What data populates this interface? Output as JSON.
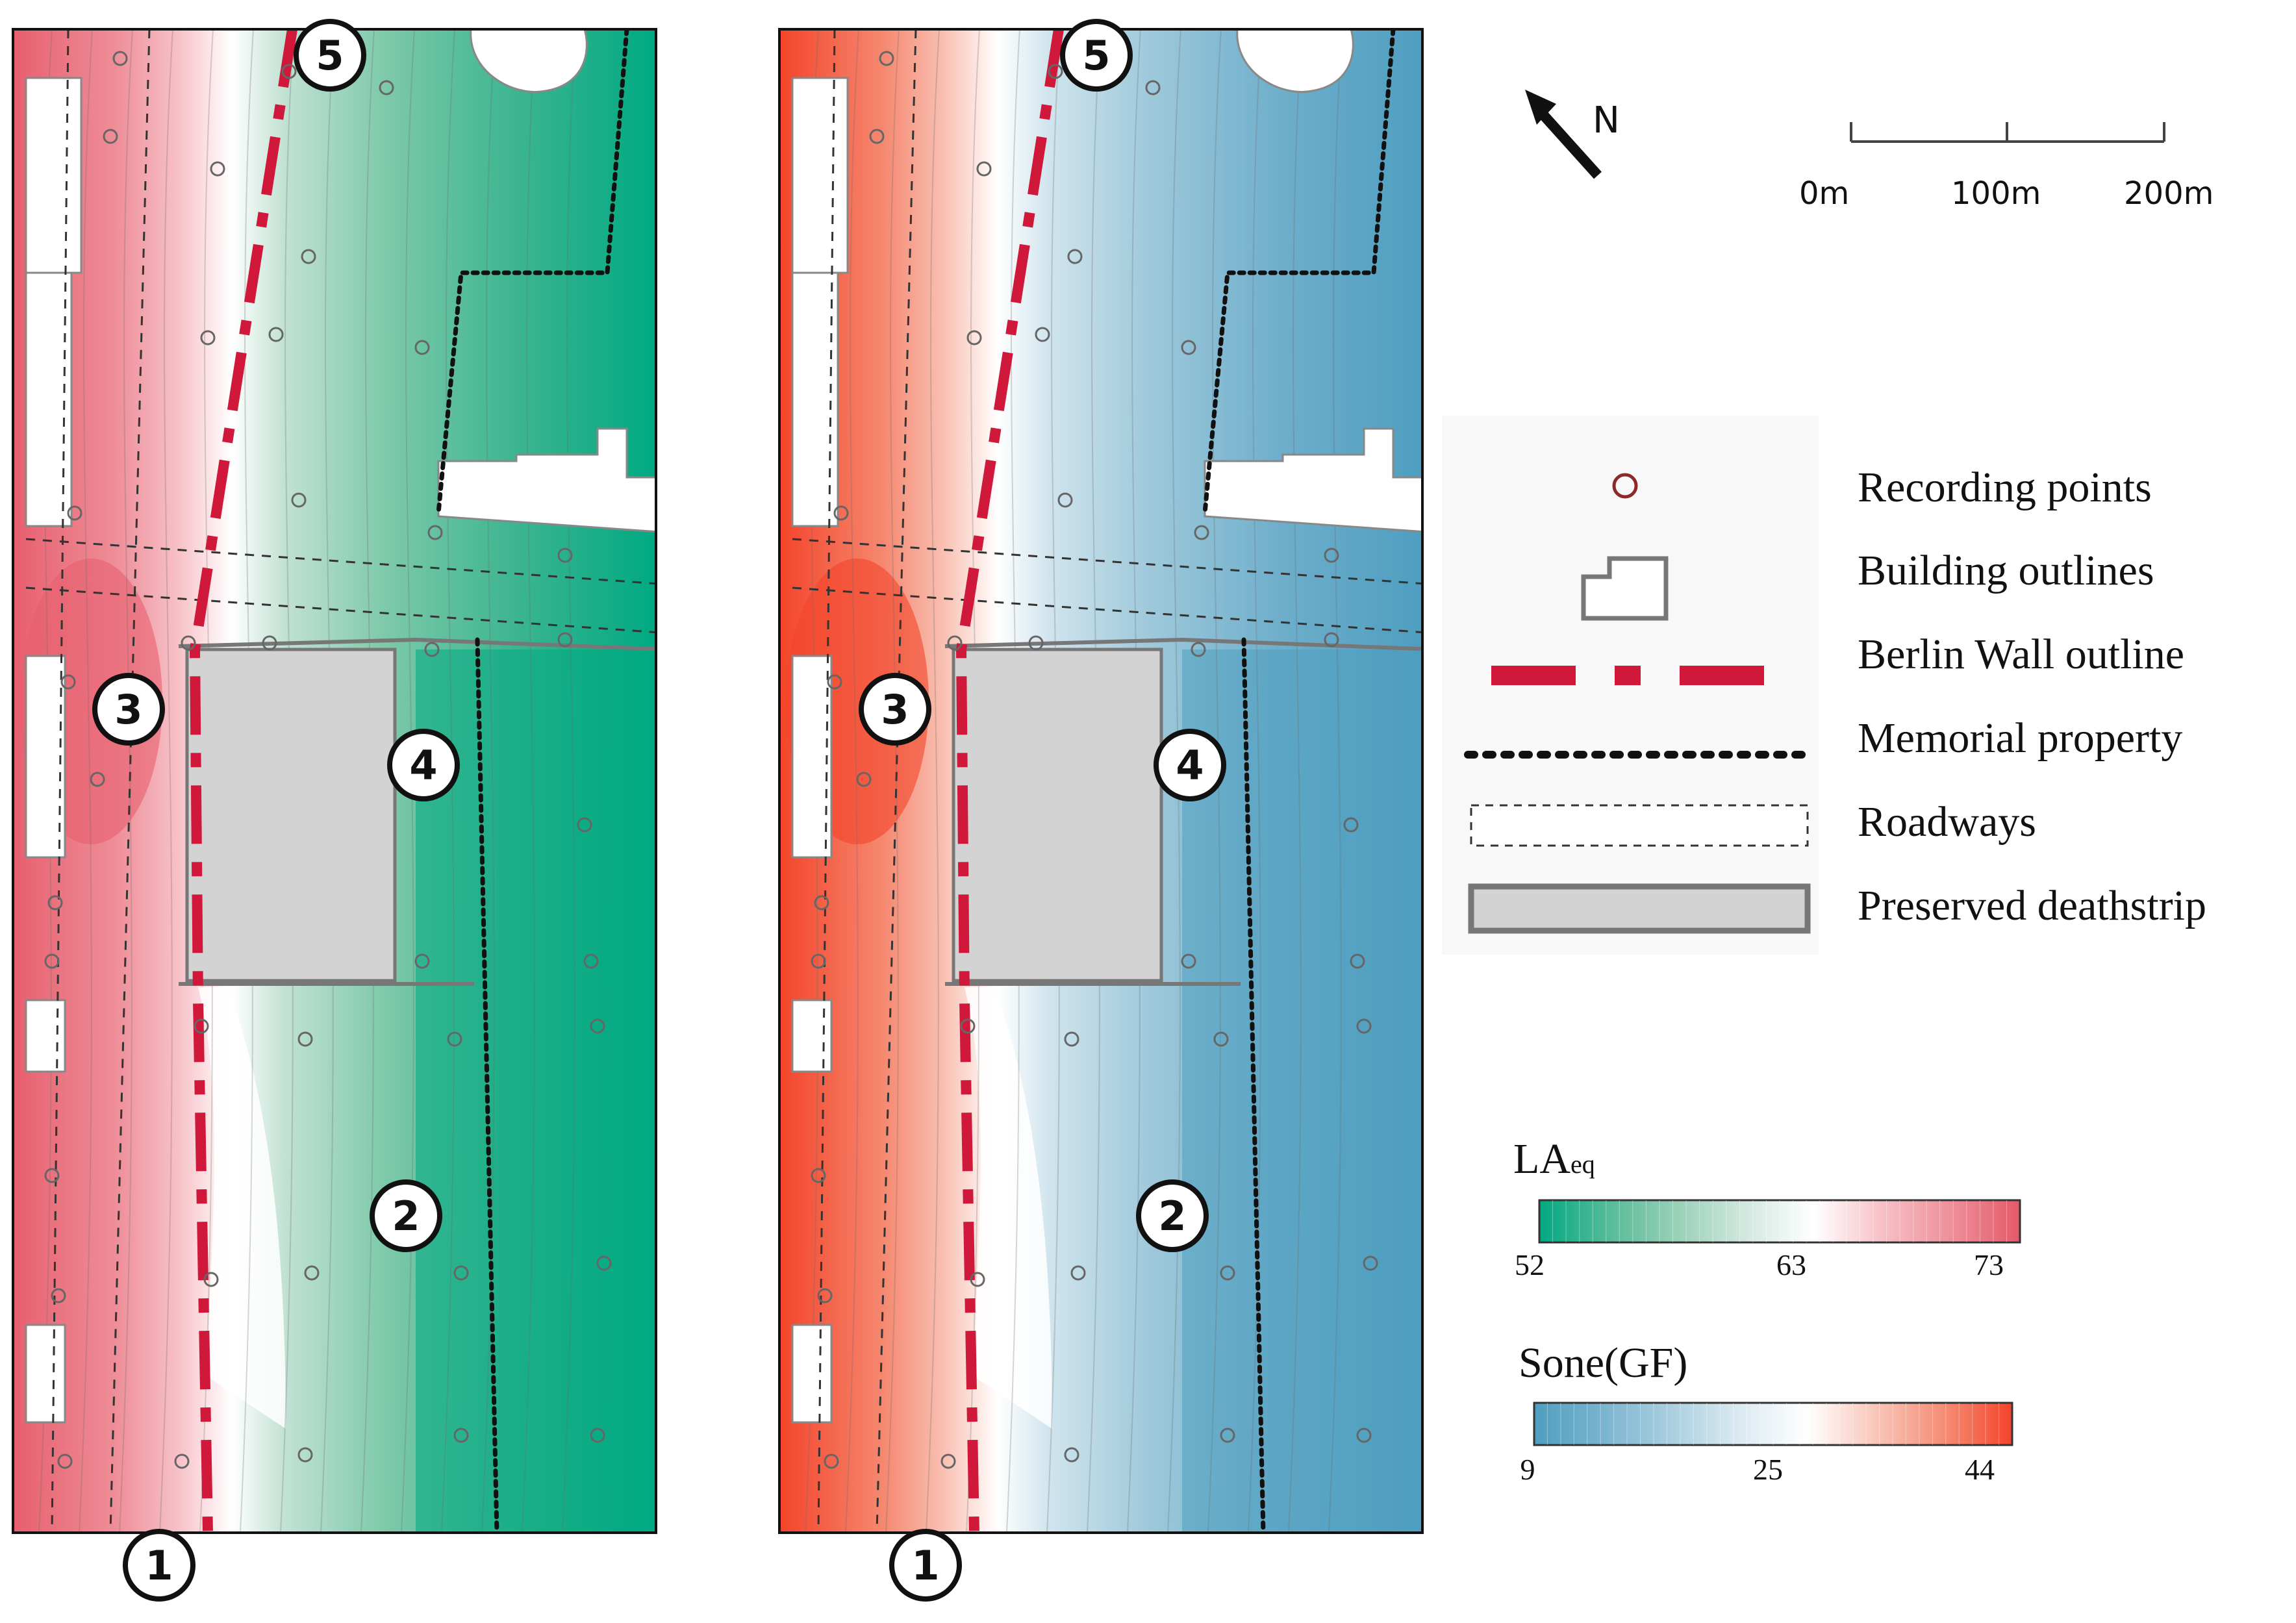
{
  "maps": [
    {
      "name": "LAeq map",
      "ramp": [
        "#00a982",
        "#3db590",
        "#7dc9aa",
        "#c3e2d4",
        "#ffffff",
        "#f7c3c9",
        "#ee8e98",
        "#e85f6e"
      ]
    },
    {
      "name": "Sone(GF) map",
      "ramp": [
        "#4e9ec0",
        "#6eaecb",
        "#9dc8da",
        "#d0e4ed",
        "#ffffff",
        "#f9c3b6",
        "#f5876f",
        "#f4442a"
      ]
    }
  ],
  "site_labels": [
    "1",
    "2",
    "3",
    "4",
    "5"
  ],
  "north_arrow": {
    "label": "N"
  },
  "scale_bar": {
    "ticks": [
      "0m",
      "100m",
      "200m"
    ]
  },
  "legend": {
    "items": [
      {
        "label": "Recording points",
        "icon": "recording-point-icon"
      },
      {
        "label": "Building outlines",
        "icon": "building-outline-icon"
      },
      {
        "label": "Berlin Wall outline",
        "icon": "berlin-wall-line-icon"
      },
      {
        "label": "Memorial property",
        "icon": "memorial-property-line-icon"
      },
      {
        "label": "Roadways",
        "icon": "roadway-icon"
      },
      {
        "label": "Preserved deathstrip",
        "icon": "deathstrip-icon"
      }
    ]
  },
  "colorbars": [
    {
      "title_main": "LA",
      "title_sub": "eq",
      "min": 52,
      "max": 73,
      "ticks": [
        52,
        63,
        73
      ],
      "colors": [
        "#00a982",
        "#55bb98",
        "#99d0b8",
        "#d2e8df",
        "#ffffff",
        "#f6c0c6",
        "#ee8f99",
        "#e45a6a"
      ]
    },
    {
      "title_main": "Sone(GF)",
      "title_sub": "",
      "min": 9,
      "max": 44,
      "ticks": [
        9,
        25,
        44
      ],
      "colors": [
        "#4e9ec0",
        "#7ab4cf",
        "#aacfe0",
        "#dbeaf1",
        "#ffffff",
        "#f9c6b9",
        "#f58d75",
        "#f4442a"
      ]
    }
  ],
  "colors": {
    "wall": "#d0183a",
    "memorial": "#111111",
    "building_outline": "#777777",
    "deathstrip_fill": "#d3d3d3",
    "recording_point": "#8a2a2a"
  }
}
